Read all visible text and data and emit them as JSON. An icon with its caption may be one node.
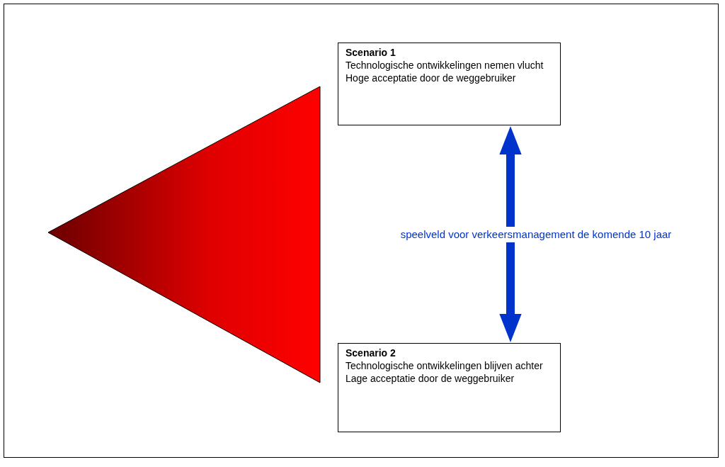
{
  "diagram": {
    "nodes": [
      {
        "text": [
          "Scenario 1",
          "Technologische ontwikkelingen nemen vlucht",
          "Hoge acceptatie door de weggebruiker"
        ]
      },
      {
        "text": [
          "Scenario 2",
          "Technologische ontwikkelingen blijven achter",
          "Lage acceptatie door de weggebruiker"
        ]
      }
    ],
    "edges": [
      {
        "from": 0,
        "to": 1,
        "arrow": "both",
        "label": "speelveld voor verkeersmanagement de komende 10 jaar"
      }
    ]
  }
}
